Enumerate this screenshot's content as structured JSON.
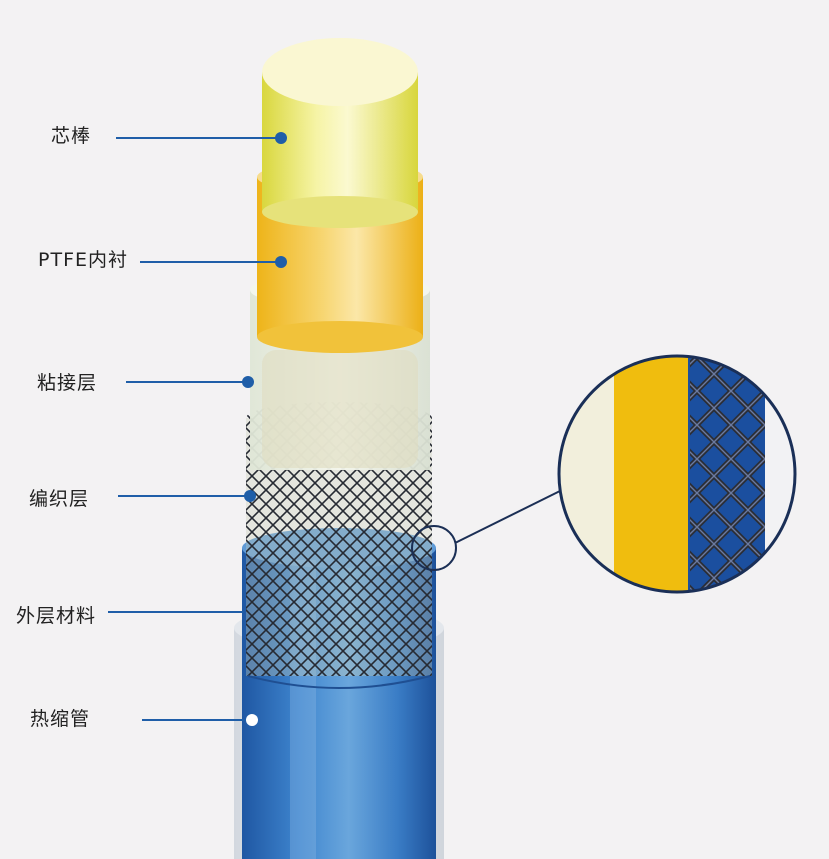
{
  "layers": [
    {
      "label": "芯棒"
    },
    {
      "label": "PTFE内衬"
    },
    {
      "label": "粘接层"
    },
    {
      "label": "编织层"
    },
    {
      "label": "外层材料"
    },
    {
      "label": "热缩管"
    }
  ],
  "colors": {
    "background": "#f3f2f3",
    "leader_line": "#1f5ea8",
    "core_rod": "#e8e35a",
    "ptfe_liner": "#f0bc22",
    "adhesive_layer": "#e9eedd",
    "braid": "#2a2f3a",
    "outer_material": "#2d69b8",
    "heat_shrink": "#d8dde4"
  }
}
